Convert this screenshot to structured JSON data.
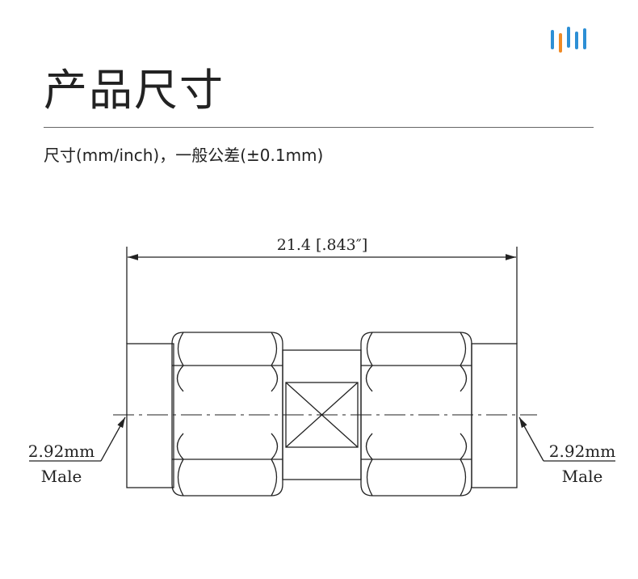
{
  "header": {
    "title": "产品尺寸",
    "subtitle": "尺寸(mm/inch)，一般公差(±0.1mm)"
  },
  "logo": {
    "icon": "bars-logo-icon",
    "colors": [
      "#2d8fd5",
      "#f08a24",
      "#2d8fd5",
      "#2d8fd5",
      "#2d8fd5"
    ]
  },
  "drawing": {
    "overall_dimension": "21.4 [.843″]",
    "left_port": {
      "size": "2.92mm",
      "gender": "Male"
    },
    "right_port": {
      "size": "2.92mm",
      "gender": "Male"
    }
  }
}
